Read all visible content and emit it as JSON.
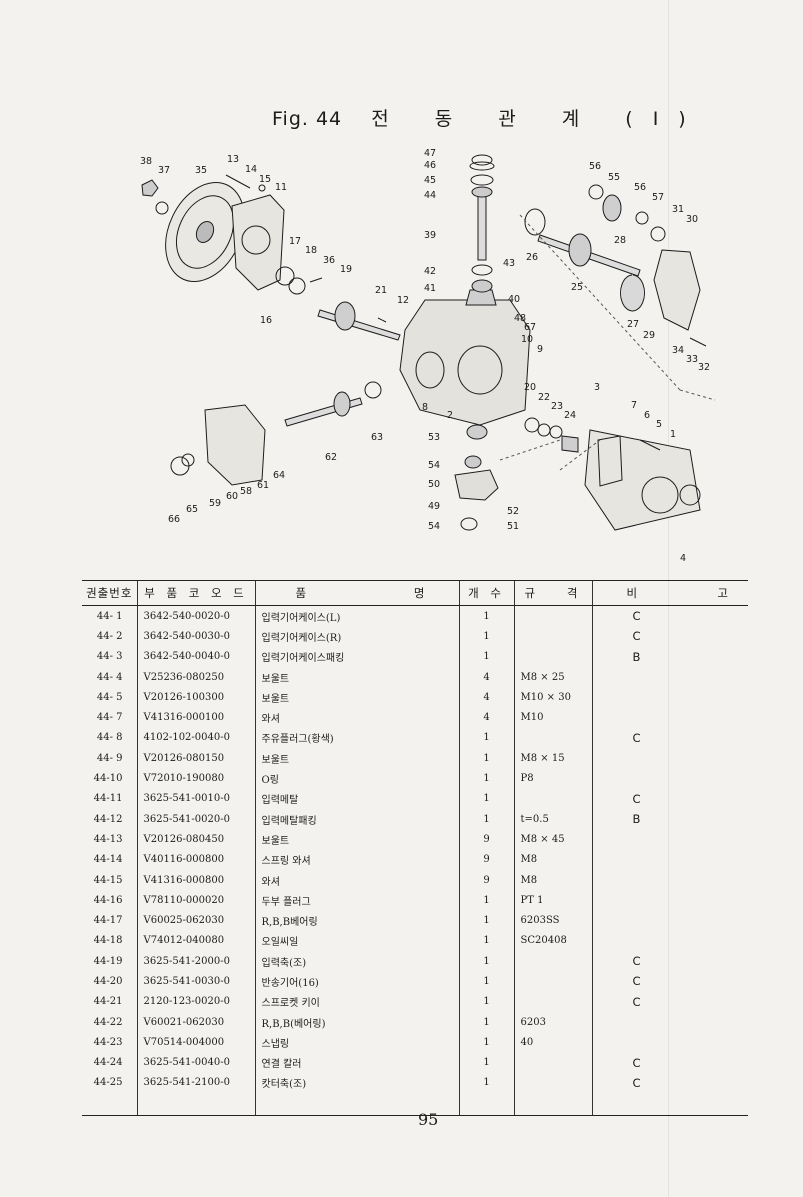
{
  "figure": {
    "number": "Fig. 44",
    "title": "전 동 관 계 (I)"
  },
  "diagram": {
    "callouts": [
      "38",
      "37",
      "35",
      "13",
      "14",
      "15",
      "11",
      "17",
      "18",
      "36",
      "19",
      "16",
      "21",
      "12",
      "47",
      "46",
      "45",
      "44",
      "39",
      "43",
      "42",
      "41",
      "40",
      "48",
      "67",
      "10",
      "9",
      "26",
      "25",
      "56",
      "55",
      "56",
      "57",
      "31",
      "30",
      "28",
      "27",
      "29",
      "34",
      "33",
      "32",
      "3",
      "7",
      "6",
      "5",
      "1",
      "4",
      "8",
      "2",
      "20",
      "22",
      "23",
      "24",
      "63",
      "62",
      "53",
      "54",
      "50",
      "49",
      "52",
      "54",
      "51",
      "64",
      "66",
      "65",
      "59",
      "60",
      "58",
      "61"
    ]
  },
  "table": {
    "headers": {
      "ref_no": "권출번호",
      "part_code": "부 품 코 오 드",
      "name_a": "품",
      "name_b": "명",
      "qty": "개 수",
      "spec_a": "규",
      "spec_b": "격",
      "remark_a": "비",
      "remark_b": "고"
    },
    "rows": [
      {
        "ref": "44- 1",
        "code": "3642-540-0020-0",
        "name": "입력기어케이스(L)",
        "qty": "1",
        "spec": "",
        "remark": "C"
      },
      {
        "ref": "44- 2",
        "code": "3642-540-0030-0",
        "name": "입력기어케이스(R)",
        "qty": "1",
        "spec": "",
        "remark": "C"
      },
      {
        "ref": "44- 3",
        "code": "3642-540-0040-0",
        "name": "입력기어케이스패킹",
        "qty": "1",
        "spec": "",
        "remark": "B"
      },
      {
        "ref": "44- 4",
        "code": "V25236-080250",
        "name": "보울트",
        "qty": "4",
        "spec": "M8 × 25",
        "remark": ""
      },
      {
        "ref": "44- 5",
        "code": "V20126-100300",
        "name": "보울트",
        "qty": "4",
        "spec": "M10 × 30",
        "remark": ""
      },
      {
        "ref": "44- 7",
        "code": "V41316-000100",
        "name": "와셔",
        "qty": "4",
        "spec": "M10",
        "remark": ""
      },
      {
        "ref": "44- 8",
        "code": "4102-102-0040-0",
        "name": "주유플러그(황색)",
        "qty": "1",
        "spec": "",
        "remark": "C"
      },
      {
        "ref": "44- 9",
        "code": "V20126-080150",
        "name": "보울트",
        "qty": "1",
        "spec": "M8 × 15",
        "remark": ""
      },
      {
        "ref": "44-10",
        "code": "V72010-190080",
        "name": "O링",
        "qty": "1",
        "spec": "P8",
        "remark": ""
      },
      {
        "ref": "44-11",
        "code": "3625-541-0010-0",
        "name": "입력메탈",
        "qty": "1",
        "spec": "",
        "remark": "C"
      },
      {
        "ref": "44-12",
        "code": "3625-541-0020-0",
        "name": "입력메탈패킹",
        "qty": "1",
        "spec": "t=0.5",
        "remark": "B"
      },
      {
        "ref": "44-13",
        "code": "V20126-080450",
        "name": "보울트",
        "qty": "9",
        "spec": "M8 × 45",
        "remark": ""
      },
      {
        "ref": "44-14",
        "code": "V40116-000800",
        "name": "스프링 와셔",
        "qty": "9",
        "spec": "M8",
        "remark": ""
      },
      {
        "ref": "44-15",
        "code": "V41316-000800",
        "name": "와셔",
        "qty": "9",
        "spec": "M8",
        "remark": ""
      },
      {
        "ref": "44-16",
        "code": "V78110-000020",
        "name": "두부 플러그",
        "qty": "1",
        "spec": "PT 1",
        "remark": ""
      },
      {
        "ref": "44-17",
        "code": "V60025-062030",
        "name": "R,B,B베어링",
        "qty": "1",
        "spec": "6203SS",
        "remark": ""
      },
      {
        "ref": "44-18",
        "code": "V74012-040080",
        "name": "오일씨일",
        "qty": "1",
        "spec": "SC20408",
        "remark": ""
      },
      {
        "ref": "44-19",
        "code": "3625-541-2000-0",
        "name": "입력축(조)",
        "qty": "1",
        "spec": "",
        "remark": "C"
      },
      {
        "ref": "44-20",
        "code": "3625-541-0030-0",
        "name": "반송기어(16)",
        "qty": "1",
        "spec": "",
        "remark": "C"
      },
      {
        "ref": "44-21",
        "code": "2120-123-0020-0",
        "name": "스프로켓 키이",
        "qty": "1",
        "spec": "",
        "remark": "C"
      },
      {
        "ref": "44-22",
        "code": "V60021-062030",
        "name": "R,B,B(베어링)",
        "qty": "1",
        "spec": "6203",
        "remark": ""
      },
      {
        "ref": "44-23",
        "code": "V70514-004000",
        "name": "스냅링",
        "qty": "1",
        "spec": "40",
        "remark": ""
      },
      {
        "ref": "44-24",
        "code": "3625-541-0040-0",
        "name": "연결 칼러",
        "qty": "1",
        "spec": "",
        "remark": "C"
      },
      {
        "ref": "44-25",
        "code": "3625-541-2100-0",
        "name": "캇터축(조)",
        "qty": "1",
        "spec": "",
        "remark": "C"
      }
    ]
  },
  "page_number": "95"
}
